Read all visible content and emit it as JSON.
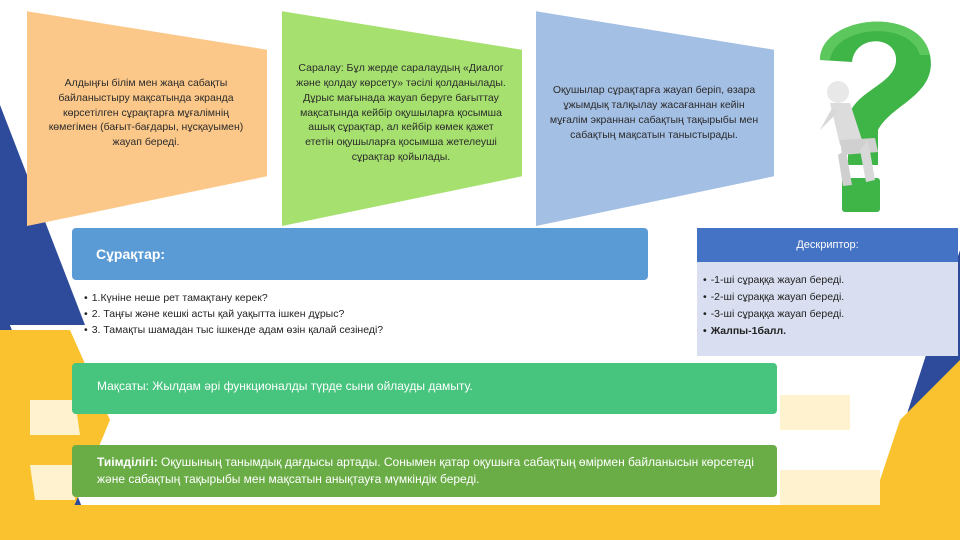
{
  "panels": [
    {
      "text": "Алдыңғы білім мен жаңа сабақты байланыстыру мақсатында экранда көрсетілген сұрақтарға мұғалімнің көмегімен (бағыт-бағдары, нұсқауымен) жауап береді."
    },
    {
      "text": "Саралау: Бұл жерде саралаудың «Диалог және қолдау көрсету» тәсілі қолданылады. Дұрыс мағынада жауап беруге бағыттау мақсатында кейбір оқушыларға қосымша ашық сұрақтар, ал кейбір көмек қажет ететін оқушыларға қосымша жетелеуші сұрақтар қойылады."
    },
    {
      "text": "Оқушылар сұрақтарға жауап беріп, өзара ұжымдық талқылау жасағаннан кейін мұғалім экраннан сабақтың тақырыбы мен сабақтың мақсатын таныстырады."
    }
  ],
  "questions": {
    "title": "Сұрақтар:",
    "items": [
      "1.Күніне неше рет тамақтану керек?",
      "2. Таңғы және кешкі асты қай уақытта ішкен дұрыс?",
      "3. Тамақты шамадан тыс ішкенде адам өзін қалай сезінеді?"
    ]
  },
  "descriptor": {
    "title": "Дескриптор:",
    "items": [
      "-1-ші сұраққа жауап береді.",
      "-2-ші сұраққа жауап береді.",
      "-3-ші сұраққа жауап береді.",
      "Жалпы-1балл."
    ]
  },
  "aim": {
    "text": "Мақсаты: Жылдам әрі функционалды түрде сыни ойлауды дамыту."
  },
  "efficiency": {
    "label": "Тиімділігі:",
    "text": " Оқушының танымдық дағдысы артады. Сонымен қатар оқушыға сабақтың өмірмен байланысын көрсетеді және сабақтың тақырыбы мен мақсатын анықтауға мүмкіндік береді."
  },
  "colors": {
    "panel_orange": "#fcc889",
    "panel_green": "#a6e06f",
    "panel_blue": "#a4bfe4",
    "questions_header": "#5b9bd5",
    "descriptor_header": "#4472c4",
    "aim_bar": "#47c47e",
    "efficiency_bar": "#6aad47",
    "background_yellow": "#f9c22e",
    "background_navy": "#2d4a9b"
  },
  "decoration": {
    "figure": "question-mark-figure-icon"
  }
}
